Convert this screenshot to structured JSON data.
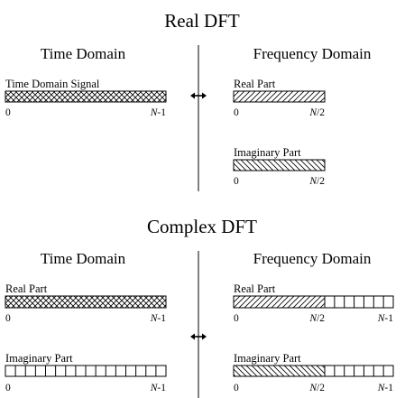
{
  "real_dft": {
    "title": "Real DFT",
    "time_heading": "Time Domain",
    "freq_heading": "Frequency Domain",
    "time_signal": {
      "label": "Time Domain Signal",
      "start": "0",
      "end_prefix": "N",
      "end_suffix": "-1"
    },
    "real_part": {
      "label": "Real Part",
      "start": "0",
      "end_prefix": "N",
      "end_suffix": "/2"
    },
    "imag_part": {
      "label": "Imaginary Part",
      "start": "0",
      "end_prefix": "N",
      "end_suffix": "/2"
    }
  },
  "complex_dft": {
    "title": "Complex DFT",
    "time_heading": "Time Domain",
    "freq_heading": "Frequency Domain",
    "time_real": {
      "label": "Real Part",
      "start": "0",
      "end_prefix": "N",
      "end_suffix": "-1"
    },
    "time_imag": {
      "label": "Imaginary Part",
      "start": "0",
      "end_prefix": "N",
      "end_suffix": "-1"
    },
    "freq_real": {
      "label": "Real Part",
      "start": "0",
      "mid_prefix": "N",
      "mid_suffix": "/2",
      "end_prefix": "N",
      "end_suffix": "-1"
    },
    "freq_imag": {
      "label": "Imaginary Part",
      "start": "0",
      "mid_prefix": "N",
      "mid_suffix": "/2",
      "end_prefix": "N",
      "end_suffix": "-1"
    }
  },
  "arrow_symbol": "double-headed-arrow",
  "fill_patterns": {
    "time_domain": "crosshatch",
    "real_part": "forward-diagonal",
    "imaginary_part": "backward-diagonal"
  }
}
